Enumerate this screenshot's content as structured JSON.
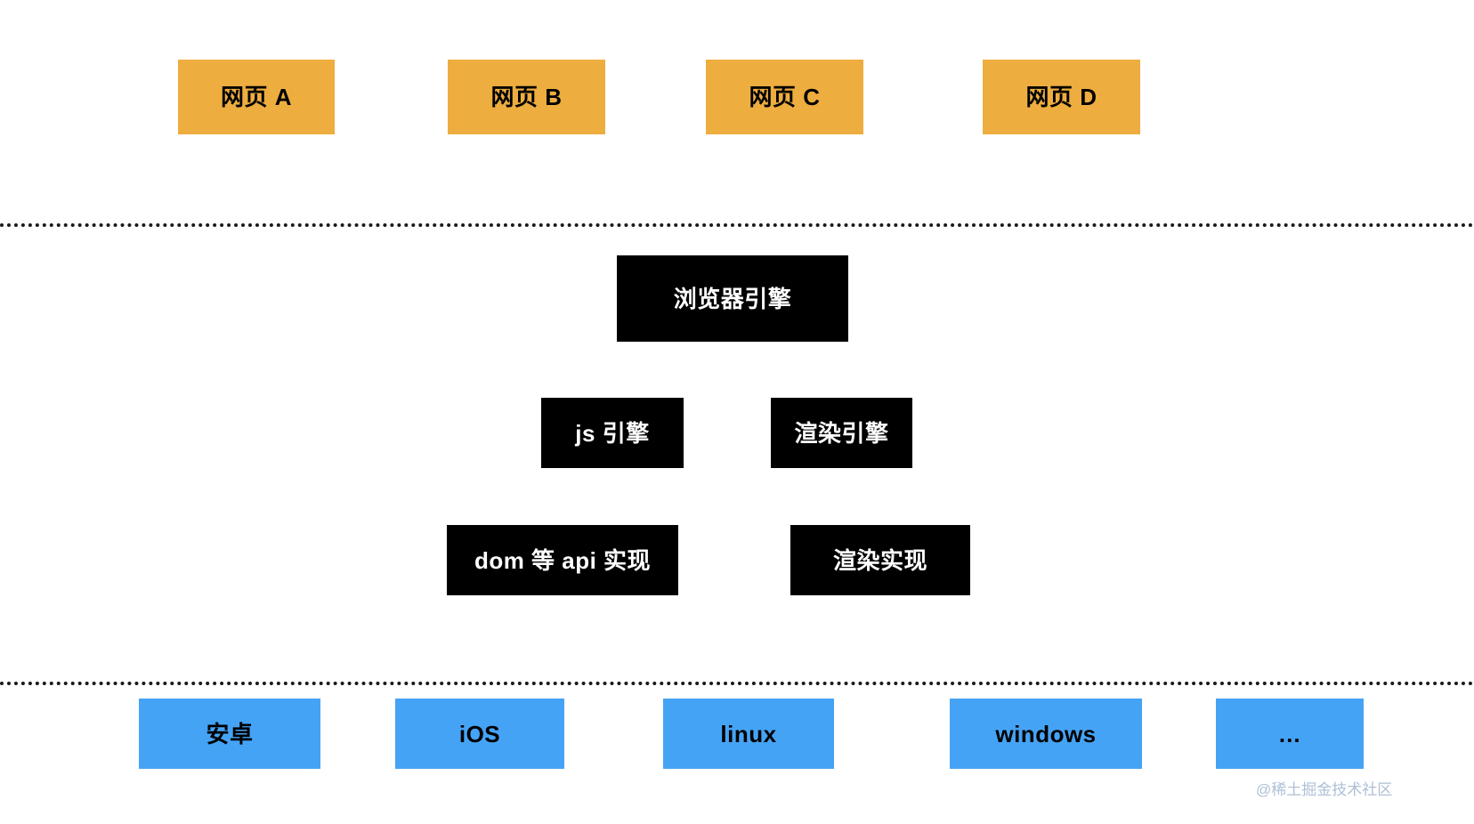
{
  "diagram": {
    "title": "browser-architecture-layers",
    "background_color": "#ffffff",
    "layers": [
      {
        "name": "web-pages",
        "color": "#EDAD3F",
        "nodes": [
          {
            "label": "网页 A"
          },
          {
            "label": "网页 B"
          },
          {
            "label": "网页 C"
          },
          {
            "label": "网页 D"
          }
        ]
      },
      {
        "name": "browser-engine",
        "color": "#000000",
        "nodes": [
          {
            "label": "浏览器引擎"
          },
          {
            "label": "js 引擎"
          },
          {
            "label": "渲染引擎"
          },
          {
            "label": "dom 等 api 实现"
          },
          {
            "label": "渲染实现"
          }
        ]
      },
      {
        "name": "operating-systems",
        "color": "#45A3F5",
        "nodes": [
          {
            "label": "安卓"
          },
          {
            "label": "iOS"
          },
          {
            "label": "linux"
          },
          {
            "label": "windows"
          },
          {
            "label": "…"
          }
        ]
      }
    ],
    "dividers": [
      {
        "name": "divider-pages-engine"
      },
      {
        "name": "divider-engine-os"
      }
    ],
    "watermark": "@稀土掘金技术社区"
  },
  "boxes": {
    "page_a": {
      "label": "网页 A"
    },
    "page_b": {
      "label": "网页 B"
    },
    "page_c": {
      "label": "网页 C"
    },
    "page_d": {
      "label": "网页 D"
    },
    "browser_engine": {
      "label": "浏览器引擎"
    },
    "js_engine": {
      "label": "js 引擎"
    },
    "render_engine": {
      "label": "渲染引擎"
    },
    "dom_api_impl": {
      "label": "dom 等 api 实现"
    },
    "render_impl": {
      "label": "渲染实现"
    },
    "os_android": {
      "label": "安卓"
    },
    "os_ios": {
      "label": "iOS"
    },
    "os_linux": {
      "label": "linux"
    },
    "os_windows": {
      "label": "windows"
    },
    "os_more": {
      "label": "…"
    }
  },
  "watermark": {
    "text": "@稀土掘金技术社区"
  }
}
